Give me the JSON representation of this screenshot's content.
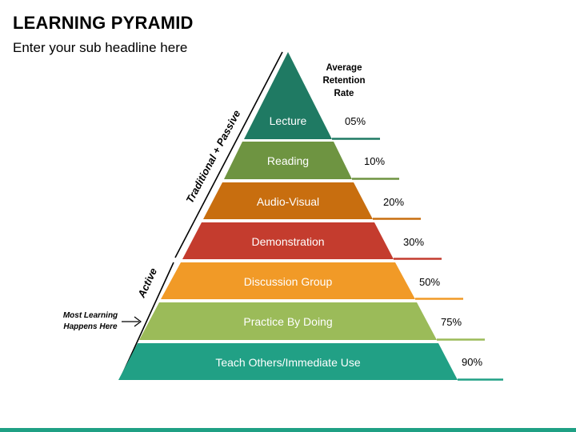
{
  "title": "LEARNING PYRAMID",
  "subtitle": "Enter your sub headline here",
  "header": {
    "line1": "Average",
    "line2": "Retention",
    "line3": "Rate"
  },
  "side_labels": {
    "top": "Traditional + Passive",
    "bottom": "Active"
  },
  "note": {
    "line1": "Most Learning",
    "line2": "Happens Here"
  },
  "layers": [
    {
      "label": "Lecture",
      "retention": "05%",
      "color": "#1f7a63"
    },
    {
      "label": "Reading",
      "retention": "10%",
      "color": "#6e9441"
    },
    {
      "label": "Audio-Visual",
      "retention": "20%",
      "color": "#c86e0f"
    },
    {
      "label": "Demonstration",
      "retention": "30%",
      "color": "#c43c2e"
    },
    {
      "label": "Discussion Group",
      "retention": "50%",
      "color": "#f19a27"
    },
    {
      "label": "Practice By Doing",
      "retention": "75%",
      "color": "#9bbb59"
    },
    {
      "label": "Teach Others/Immediate Use",
      "retention": "90%",
      "color": "#21a085"
    }
  ],
  "colors": {
    "accent_bar": "#1fa084"
  }
}
